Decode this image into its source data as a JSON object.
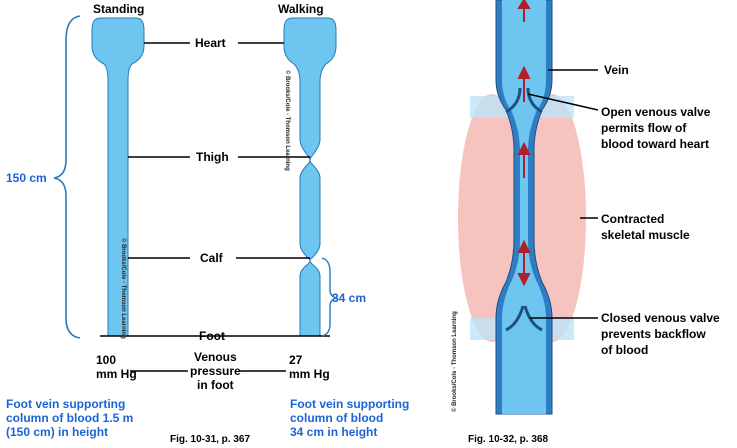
{
  "left_figure": {
    "standing_label": "Standing",
    "walking_label": "Walking",
    "heart_label": "Heart",
    "thigh_label": "Thigh",
    "calf_label": "Calf",
    "foot_label": "Foot",
    "height_150": "150 cm",
    "height_34": "34 cm",
    "standing_pressure": "100\nmm Hg",
    "venous_pressure": "Venous\npressure\nin foot",
    "walking_pressure": "27\nmm Hg",
    "standing_note": "Foot vein supporting\ncolumn of blood 1.5 m\n(150 cm) in height",
    "walking_note": "Foot vein supporting\ncolumn of blood\n34 cm in height",
    "caption": "Fig. 10-31, p. 367",
    "copyright_walking": "© Brooks/Cole - Thomson Learning",
    "copyright_standing": "© Brooks/Cole - Thomson Learning"
  },
  "right_figure": {
    "vein_label": "Vein",
    "open_valve_label": "Open venous valve\npermits flow of\nblood toward heart",
    "muscle_label": "Contracted\nskeletal muscle",
    "closed_valve_label": "Closed venous valve\nprevents backflow\nof blood",
    "caption": "Fig. 10-32, p. 368",
    "copyright": "© Brooks/Cole - Thomson Learning"
  },
  "colors": {
    "vessel_fill": "#6ec6f0",
    "vessel_stroke": "#2a78b8",
    "label_blue": "#1c64d6",
    "muscle": "#f4b8b4",
    "arrow": "#b0202a"
  }
}
